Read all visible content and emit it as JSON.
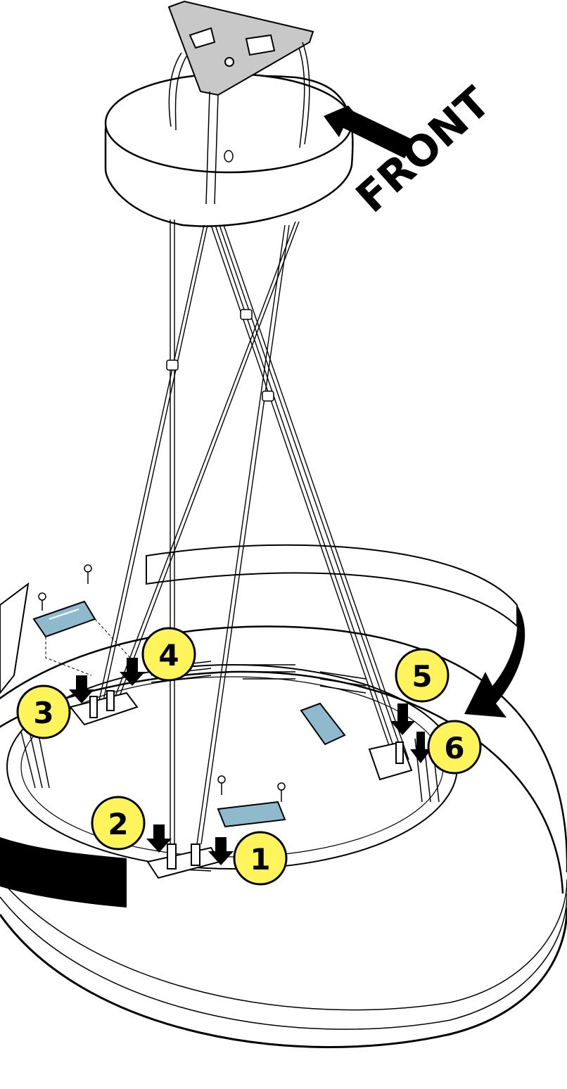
{
  "labels": {
    "front": "FRONT"
  },
  "steps": [
    {
      "number": "1"
    },
    {
      "number": "2"
    },
    {
      "number": "3"
    },
    {
      "number": "4"
    },
    {
      "number": "5"
    },
    {
      "number": "6"
    }
  ],
  "colors": {
    "line": "#000000",
    "badge_fill": "#fff45c",
    "plate_fill": "#8fb9cc",
    "bracket_fill": "#c8c8c8",
    "background": "#ffffff"
  },
  "icons": {
    "arrow": "down-arrow-icon",
    "rotate": "rotate-arrow-icon",
    "screw": "screw-icon"
  }
}
